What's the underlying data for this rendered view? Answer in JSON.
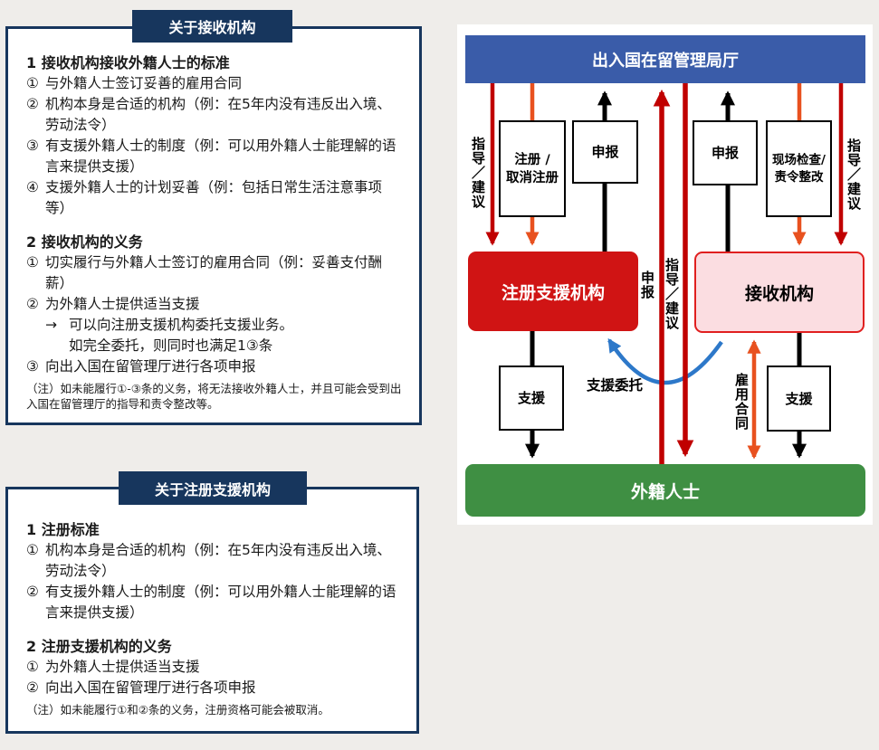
{
  "colors": {
    "navy": "#17365d",
    "header_blue": "#3a5ca9",
    "red_arrow": "#c00000",
    "red_box": "#d01414",
    "orange": "#e8511f",
    "pink_bg": "#fbdde1",
    "pink_border": "#e01f1f",
    "green": "#3f8f43",
    "curve_blue": "#2d78c9",
    "text": "#1a1a1a",
    "page_bg": "#efedea",
    "panel_bg": "#ffffff"
  },
  "left_boxes": [
    {
      "tab": "关于接收机构",
      "sections": [
        {
          "heading": "1 接收机构接收外籍人士的标准",
          "items": [
            {
              "marker": "①",
              "text": "与外籍人士签订妥善的雇用合同"
            },
            {
              "marker": "②",
              "text": "机构本身是合适的机构（例：在5年内没有违反出入境、劳动法令）"
            },
            {
              "marker": "③",
              "text": "有支援外籍人士的制度（例：可以用外籍人士能理解的语言来提供支援）"
            },
            {
              "marker": "④",
              "text": "支援外籍人士的计划妥善（例：包括日常生活注意事项等）"
            }
          ]
        },
        {
          "heading": "2 接收机构的义务",
          "items": [
            {
              "marker": "①",
              "text": "切实履行与外籍人士签订的雇用合同（例：妥善支付酬薪）"
            },
            {
              "marker": "②",
              "text": "为外籍人士提供适当支援"
            },
            {
              "marker": "→",
              "text": "可以向注册支援机构委托支援业务。"
            },
            {
              "marker": "",
              "text": "如完全委托，则同时也满足1③条"
            },
            {
              "marker": "③",
              "text": "向出入国在留管理厅进行各项申报"
            }
          ],
          "note": "（注）如未能履行①-③条的义务，将无法接收外籍人士，并且可能会受到出入国在留管理厅的指导和责令整改等。"
        }
      ]
    },
    {
      "tab": "关于注册支援机构",
      "sections": [
        {
          "heading": "1 注册标准",
          "items": [
            {
              "marker": "①",
              "text": "机构本身是合适的机构（例：在5年内没有违反出入境、劳动法令）"
            },
            {
              "marker": "②",
              "text": "有支援外籍人士的制度（例：可以用外籍人士能理解的语言来提供支援）"
            }
          ]
        },
        {
          "heading": "2 注册支援机构的义务",
          "items": [
            {
              "marker": "①",
              "text": "为外籍人士提供适当支援"
            },
            {
              "marker": "②",
              "text": "向出入国在留管理厅进行各项申报"
            }
          ],
          "note": "（注）如未能履行①和②条的义务，注册资格可能会被取消。"
        }
      ]
    }
  ],
  "diagram": {
    "authority": "出入国在留管理局厅",
    "support_org": "注册支援机构",
    "accepting_org": "接收机构",
    "foreigners": "外籍人士",
    "register_box": "注册 / 取消注册",
    "register_line1": "注册 /",
    "register_line2": "取消注册",
    "report_left": "申报",
    "report_right": "申报",
    "inspect_line1": "现场检查/",
    "inspect_line2": "责令整改",
    "support_left": "支援",
    "support_right": "支援",
    "guidance_left": "指导／建议",
    "guidance_right": "指导／建议",
    "report_center": "申报",
    "guidance_center": "指导／建议",
    "employment_contract": "雇用合同",
    "support_delegation": "支援委托"
  }
}
